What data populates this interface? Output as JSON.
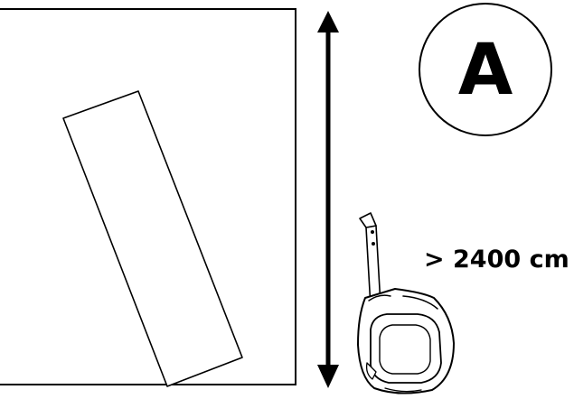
{
  "badge": {
    "letter": "A"
  },
  "measurement": {
    "label": "> 2400 cm"
  },
  "icons": {
    "room": "room-outline",
    "panel": "tilted-panel",
    "arrow": "double-headed-height-arrow",
    "tool": "tape-measure-icon"
  },
  "colors": {
    "stroke": "#000000",
    "background": "#ffffff"
  }
}
